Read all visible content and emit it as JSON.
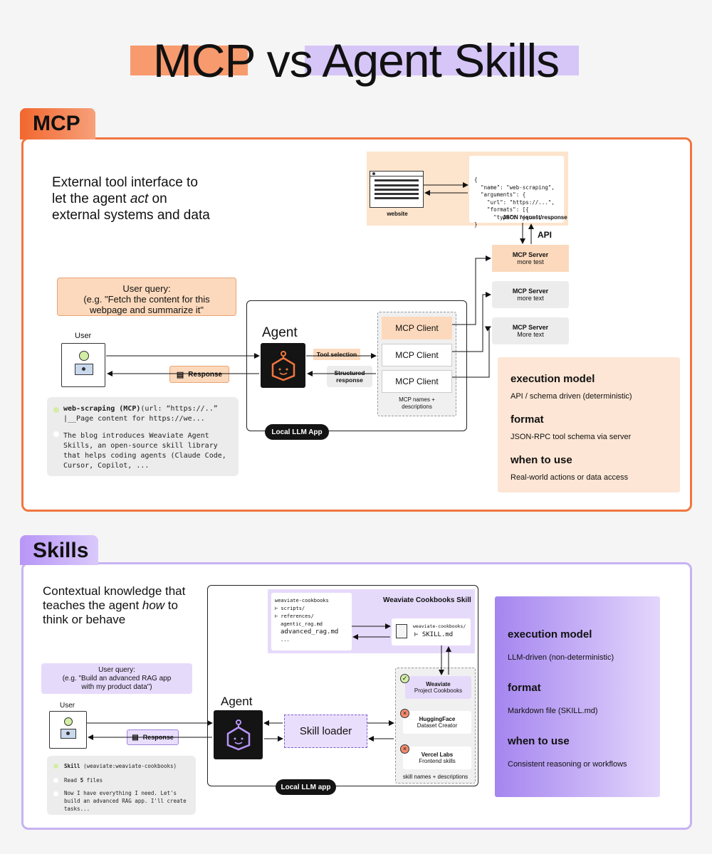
{
  "title": {
    "mcp": "MCP",
    "vs": "vs",
    "skills": "Agent Skills"
  },
  "colors": {
    "mcp_accent": "#f0763f",
    "skills_accent": "#b895f7",
    "peach": "#fcd9bc",
    "lavender": "#e6dafb"
  },
  "mcp": {
    "tab": "MCP",
    "description": [
      "External tool interface to",
      "let the agent ",
      "act",
      " on",
      "external systems and data"
    ],
    "website_label": "website",
    "json_lines": [
      "{",
      "  \"name\": \"web-scraping\",",
      "  \"arguments\": {",
      "    \"url\": \"https://...\",",
      "    \"formats\": [{",
      "      \"type\": \"json\", ...",
      "}"
    ],
    "json_label": "JSON request/response",
    "api_label": "API",
    "servers": [
      {
        "title": "MCP Server",
        "sub": "more test"
      },
      {
        "title": "MCP Server",
        "sub": "more text"
      },
      {
        "title": "MCP Server",
        "sub": "More text"
      }
    ],
    "user_query": [
      "User query:",
      "(e.g. \"Fetch the content for this",
      "webpage and summarize it\""
    ],
    "user_label": "User",
    "agent_label": "Agent",
    "tool_selection": "Tool selection",
    "structured_response": [
      "Structured",
      "response"
    ],
    "response_label": "Response",
    "clients": [
      "MCP Client",
      "MCP Client",
      "MCP Client"
    ],
    "client_caption": [
      "MCP names +",
      "descriptions"
    ],
    "app_label": "Local LLM App",
    "log": {
      "line1_bold": "web-scraping (MCP)",
      "line1_rest": "(url: “https://..”",
      "line2": "|__Page content for https://we...",
      "para": [
        "The blog introduces Weaviate Agent",
        "Skills, an open-source skill library",
        "that helps coding agents (Claude Code,",
        "Cursor, Copilot, ..."
      ]
    },
    "info": [
      {
        "heading": "execution model",
        "text": "API / schema driven (deterministic)"
      },
      {
        "heading": "format",
        "text": "JSON-RPC tool schema via server"
      },
      {
        "heading": "when to use",
        "text": "Real-world actions or data access"
      }
    ]
  },
  "skills": {
    "tab": "Skills",
    "description": [
      "Contextual knowledge that",
      "teaches the agent ",
      "how",
      " to",
      "think or behave"
    ],
    "skill_title": "Weaviate Cookbooks Skill",
    "tree": [
      "weaviate-cookbooks",
      "⊢ scripts/",
      "⊢ references/",
      "agentic_rag.md",
      "advanced_rag.md",
      "..."
    ],
    "skill_file": [
      "weaviate-cookbooks/",
      "⊢ SKILL.md"
    ],
    "user_query": [
      "User query:",
      "(e.g. \"Build an advanced RAG app",
      "with my product data\")"
    ],
    "user_label": "User",
    "agent_label": "Agent",
    "skill_loader": "Skill loader",
    "response_label": "Response",
    "skills_list": [
      {
        "title": "Weaviate",
        "sub": "Project Cookbooks",
        "status": "check"
      },
      {
        "title": "HuggingFace",
        "sub": "Dataset Creator",
        "status": "x"
      },
      {
        "title": "Vercel Labs",
        "sub": "Frontend skills",
        "status": "x"
      }
    ],
    "skills_caption": "skill names + descriptions",
    "app_label": "Local LLM app",
    "log": {
      "line1_bold": "Skill",
      "line1_rest": " (weaviate:weaviate-cookbooks)",
      "line2_a": "Read ",
      "line2_b": "5",
      "line2_c": " files",
      "para": [
        "Now I have everything I need. Let's",
        "build an advanced RAG app. I'll create",
        "tasks..."
      ]
    },
    "info": [
      {
        "heading": "execution model",
        "text": "LLM-driven (non-deterministic)"
      },
      {
        "heading": "format",
        "text": "Markdown file (SKILL.md)"
      },
      {
        "heading": "when to use",
        "text": "Consistent reasoning or workflows"
      }
    ]
  }
}
